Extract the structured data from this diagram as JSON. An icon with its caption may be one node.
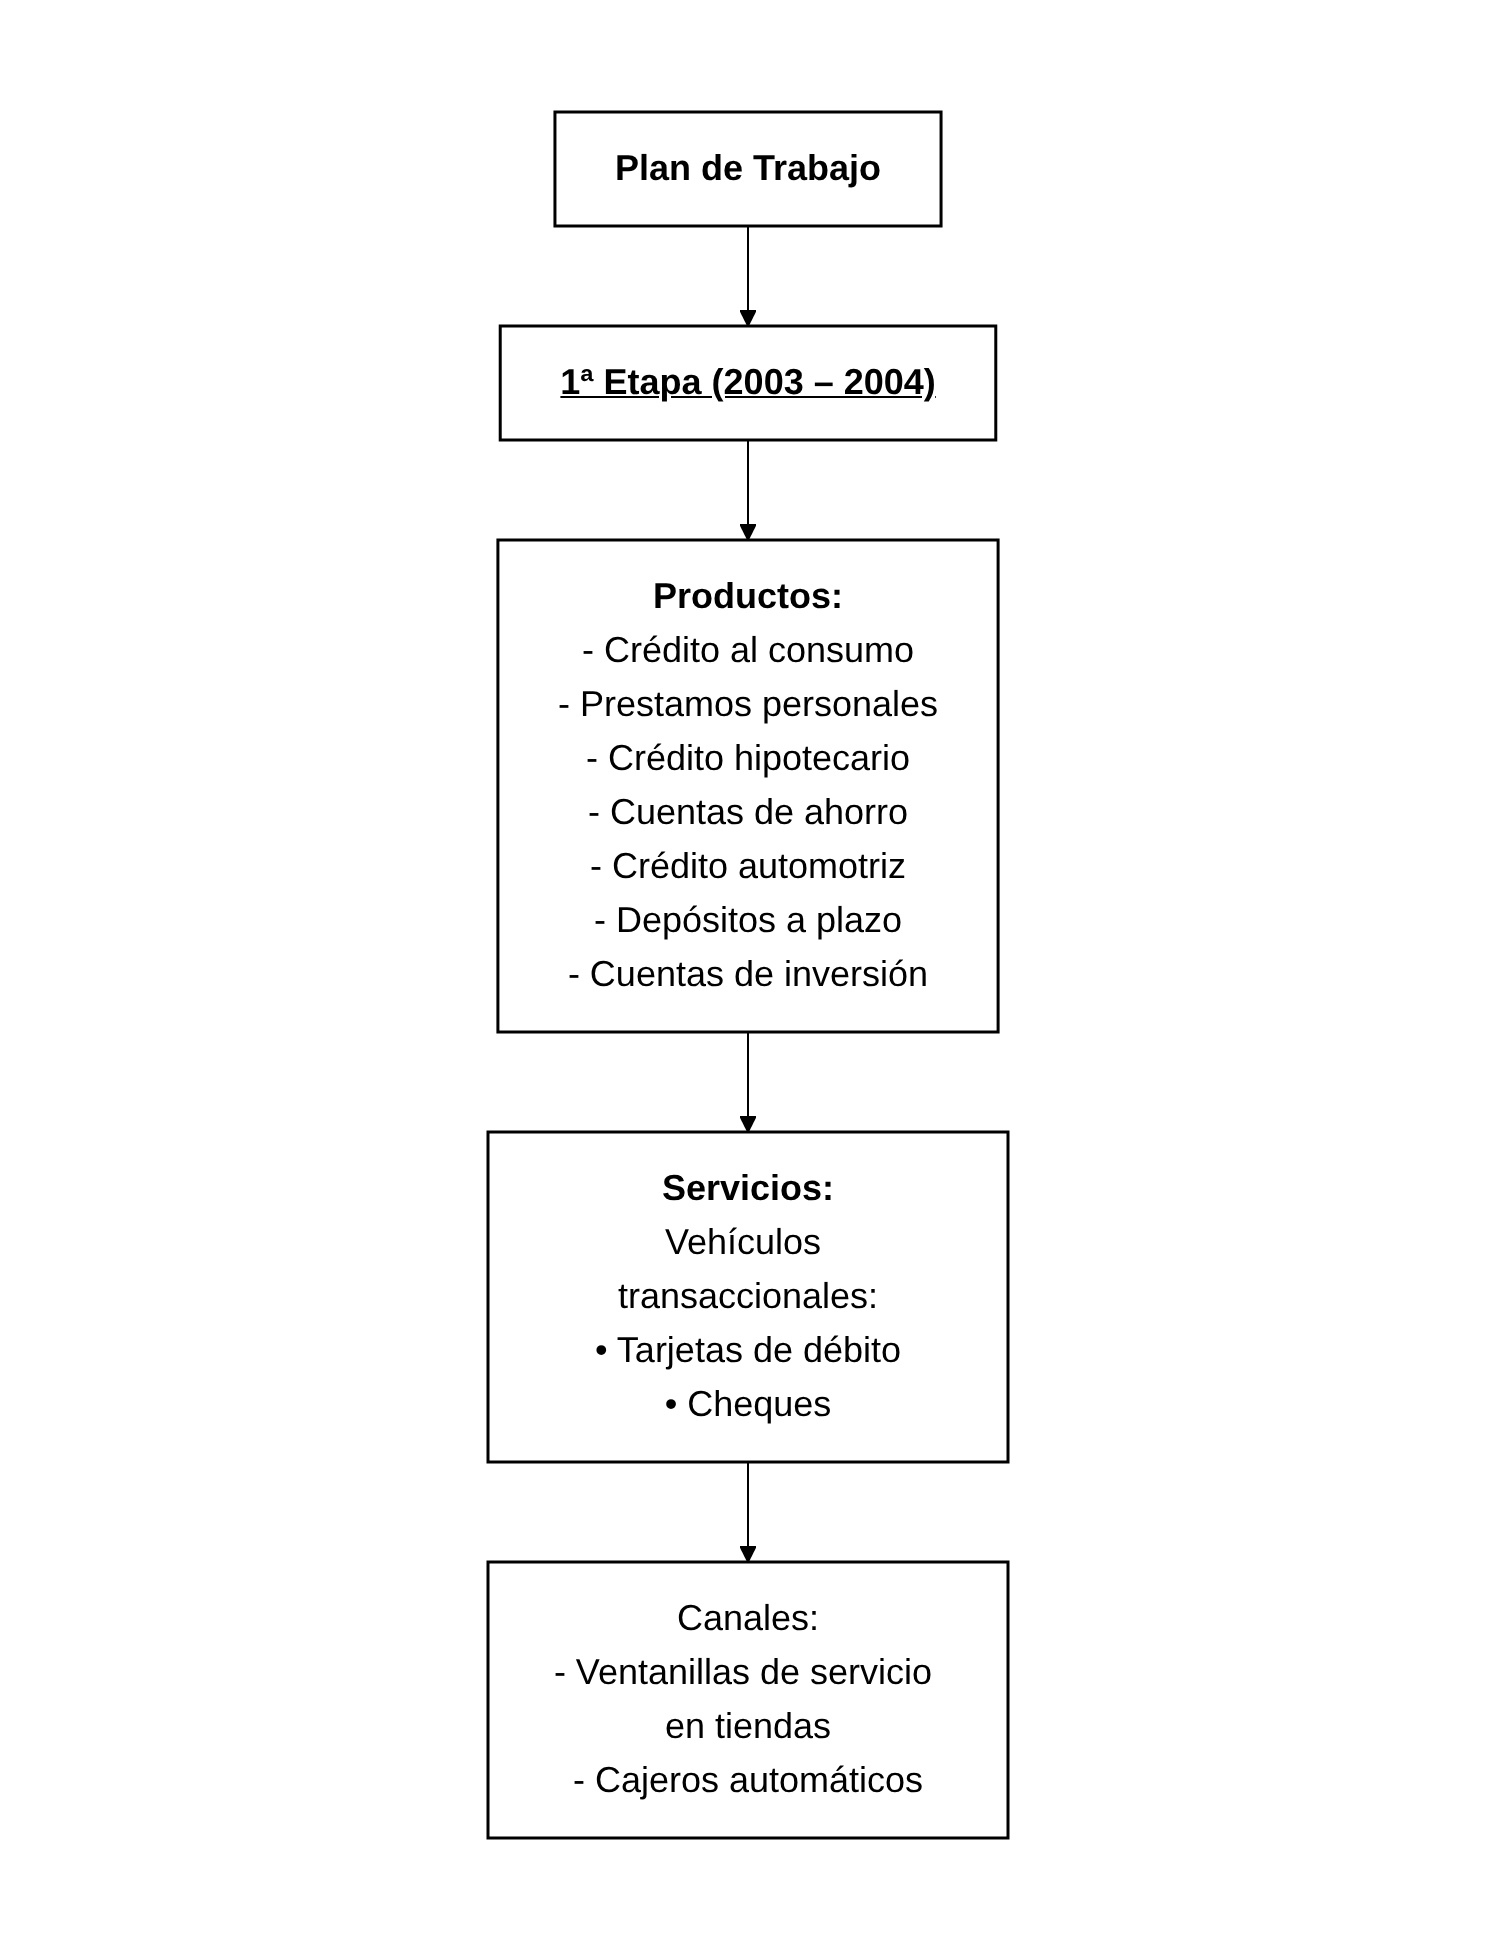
{
  "diagram": {
    "nodes": [
      {
        "text": [
          "Plan de Trabajo"
        ]
      },
      {
        "text": [
          "1ª Etapa (2003 – 2004)"
        ]
      },
      {
        "text": [
          "Productos:",
          "- Crédito al consumo",
          "- Prestamos personales",
          "- Crédito hipotecario",
          "- Cuentas de ahorro",
          "- Crédito automotriz",
          "- Depósitos a plazo",
          "- Cuentas de inversión"
        ]
      },
      {
        "text": [
          "Servicios:",
          "Vehículos transaccionales:",
          "• Tarjetas de débito",
          "• Cheques"
        ]
      },
      {
        "text": [
          "Canales:",
          "- Ventanillas de servicio en tiendas",
          "- Cajeros automáticos"
        ]
      }
    ],
    "edges": [
      {
        "from": 0,
        "to": 1,
        "arrow": "to"
      },
      {
        "from": 1,
        "to": 2,
        "arrow": "to"
      },
      {
        "from": 2,
        "to": 3,
        "arrow": "to"
      },
      {
        "from": 3,
        "to": 4,
        "arrow": "to"
      }
    ]
  }
}
